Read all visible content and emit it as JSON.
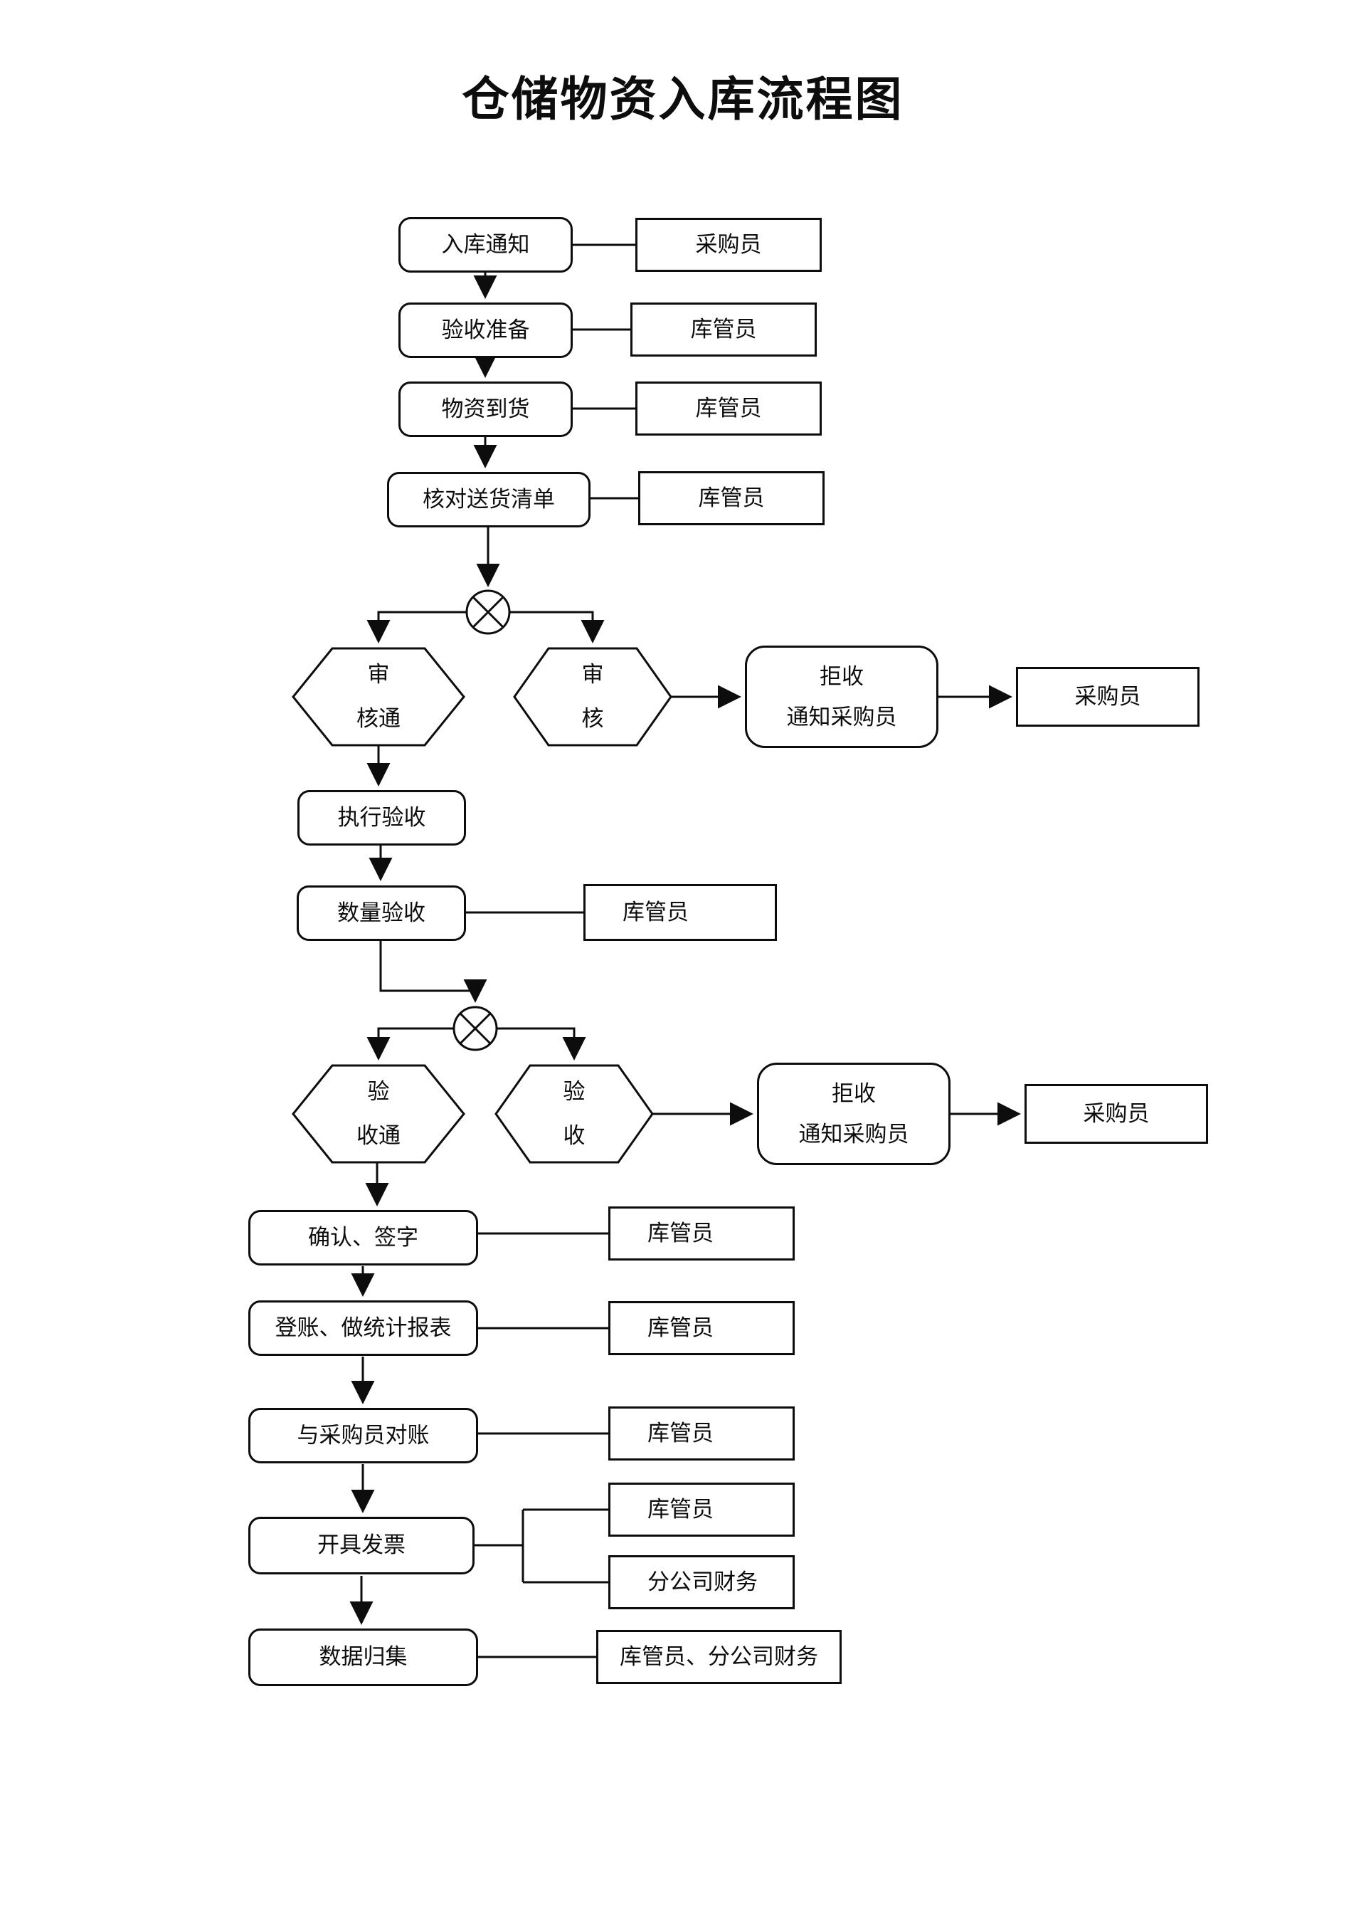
{
  "title": "仓储物资入库流程图",
  "flow": {
    "s1": {
      "label": "入库通知",
      "role": "采购员"
    },
    "s2": {
      "label": "验收准备",
      "role": "库管员"
    },
    "s3": {
      "label": "物资到货",
      "role": "库管员"
    },
    "s4": {
      "label": "核对送货清单",
      "role": "库管员"
    },
    "g1": {
      "branch_pass": "审\n核通",
      "branch_fail": "审\n核",
      "reject": "拒收\n通知采购员",
      "reject_role": "采购员"
    },
    "s5": {
      "label": "执行验收"
    },
    "s6": {
      "label": "数量验收",
      "role": "库管员"
    },
    "g2": {
      "branch_pass": "验\n收通",
      "branch_fail": "验\n收",
      "reject": "拒收\n通知采购员",
      "reject_role": "采购员"
    },
    "s7": {
      "label": "确认、签字",
      "role": "库管员"
    },
    "s8": {
      "label": "登账、做统计报表",
      "role": "库管员"
    },
    "s9": {
      "label": "与采购员对账",
      "role": "库管员"
    },
    "s10": {
      "label": "开具发票",
      "role_top": "库管员",
      "role_bottom": "分公司财务"
    },
    "s11": {
      "label": "数据归集",
      "role": "库管员、分公司财务"
    }
  },
  "colors": {
    "ink": "#0d0d0d",
    "background": "#ffffff"
  }
}
